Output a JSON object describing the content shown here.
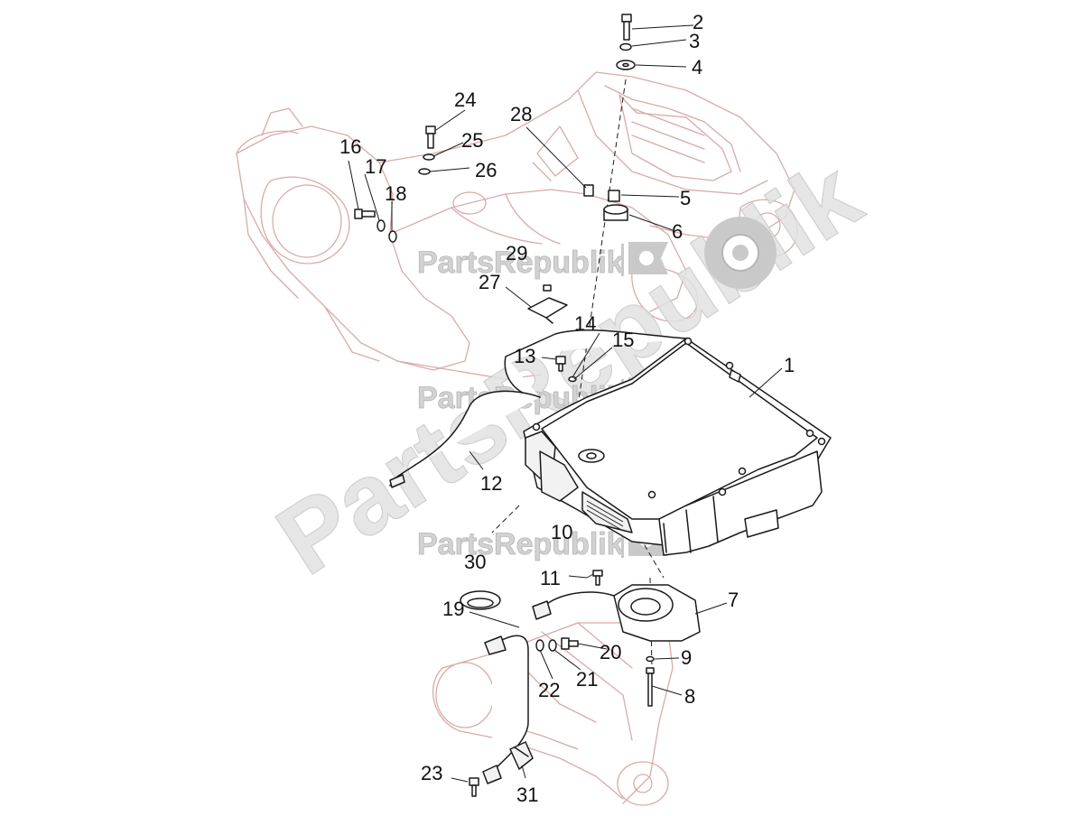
{
  "watermark": {
    "brand": "PartsRepublik"
  },
  "callouts": [
    {
      "id": "c1",
      "label": "1"
    },
    {
      "id": "c2",
      "label": "2"
    },
    {
      "id": "c3",
      "label": "3"
    },
    {
      "id": "c4",
      "label": "4"
    },
    {
      "id": "c5",
      "label": "5"
    },
    {
      "id": "c6",
      "label": "6"
    },
    {
      "id": "c7",
      "label": "7"
    },
    {
      "id": "c8",
      "label": "8"
    },
    {
      "id": "c9",
      "label": "9"
    },
    {
      "id": "c10",
      "label": "10"
    },
    {
      "id": "c11",
      "label": "11"
    },
    {
      "id": "c12",
      "label": "12"
    },
    {
      "id": "c13",
      "label": "13"
    },
    {
      "id": "c14",
      "label": "14"
    },
    {
      "id": "c15",
      "label": "15"
    },
    {
      "id": "c16",
      "label": "16"
    },
    {
      "id": "c17",
      "label": "17"
    },
    {
      "id": "c18",
      "label": "18"
    },
    {
      "id": "c19",
      "label": "19"
    },
    {
      "id": "c20",
      "label": "20"
    },
    {
      "id": "c21",
      "label": "21"
    },
    {
      "id": "c22",
      "label": "22"
    },
    {
      "id": "c23",
      "label": "23"
    },
    {
      "id": "c24",
      "label": "24"
    },
    {
      "id": "c25",
      "label": "25"
    },
    {
      "id": "c26",
      "label": "26"
    },
    {
      "id": "c27",
      "label": "27"
    },
    {
      "id": "c28",
      "label": "28"
    },
    {
      "id": "c29",
      "label": "29"
    },
    {
      "id": "c30",
      "label": "30"
    },
    {
      "id": "c31",
      "label": "31"
    }
  ]
}
